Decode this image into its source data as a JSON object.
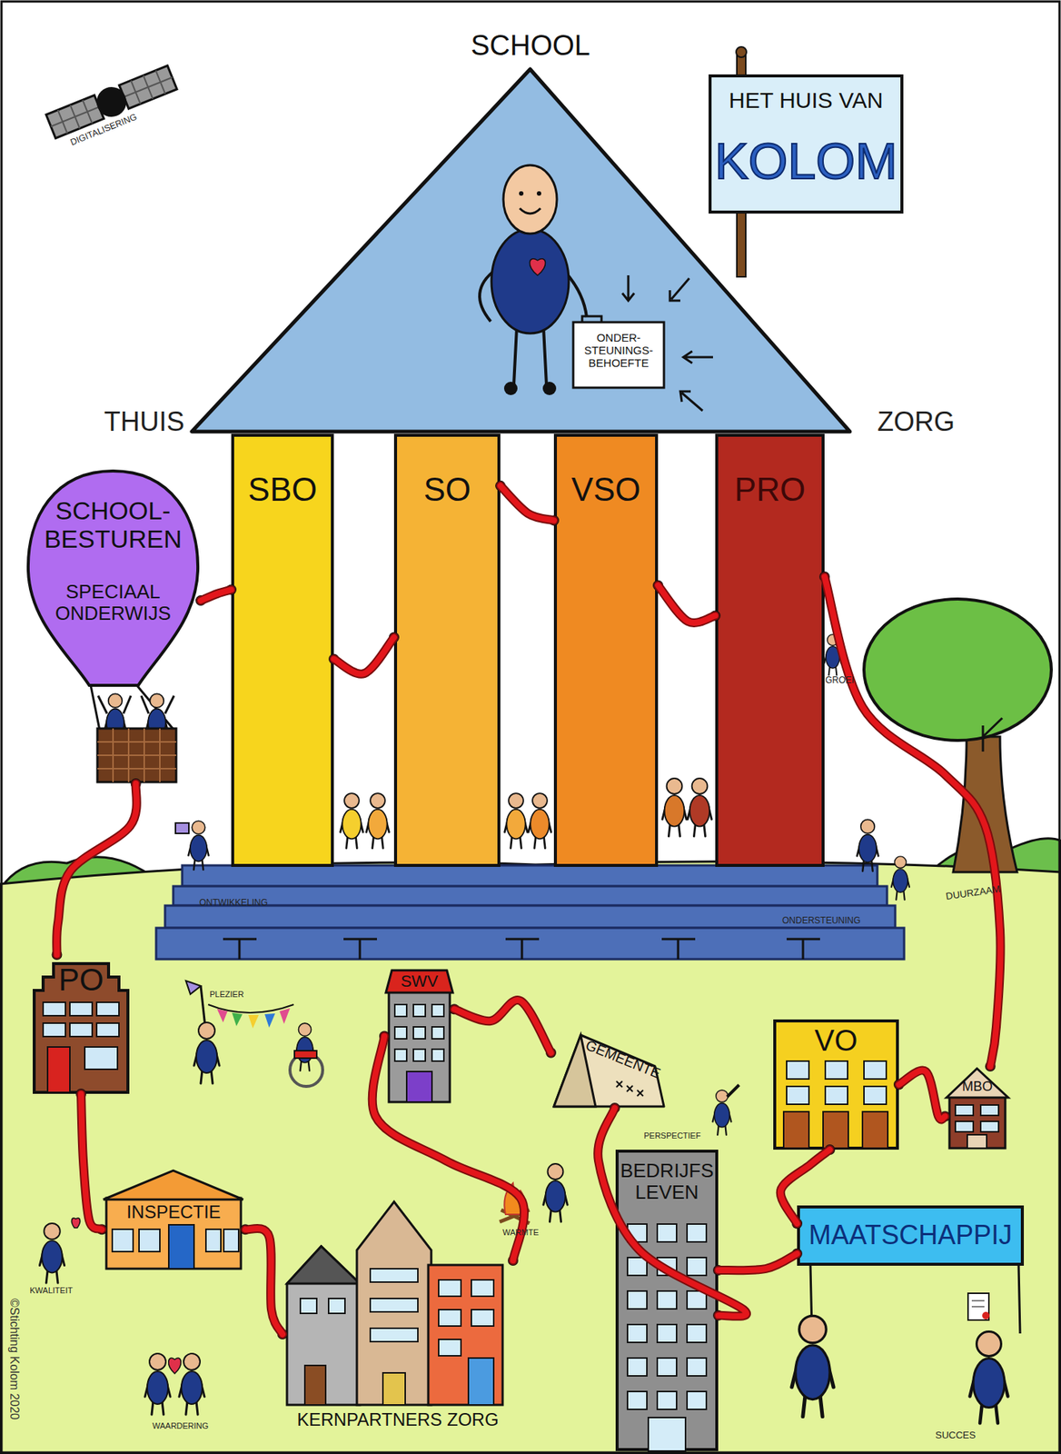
{
  "diagram": {
    "nodes": [
      {
        "text": [
          "SCHOOL"
        ]
      },
      {
        "text": [
          "ONDER- STEUNINGS- BEHOEFTE"
        ],
        "in": 0
      },
      {
        "text": [
          "HET HUIS VAN",
          "KOLOM"
        ]
      },
      {
        "text": [
          "SBO"
        ]
      },
      {
        "text": [
          "SO"
        ]
      },
      {
        "text": [
          "VSO"
        ]
      },
      {
        "text": [
          "PRO"
        ]
      },
      {
        "text": [
          "SCHOOL- BESTUREN",
          "SPECIAAL ONDERWIJS"
        ]
      },
      {
        "text": [
          "PO"
        ]
      },
      {
        "text": [
          "SWV"
        ]
      },
      {
        "text": [
          "GEMEENTE"
        ]
      },
      {
        "text": [
          "VO"
        ]
      },
      {
        "text": [
          "MBO"
        ]
      },
      {
        "text": [
          "INSPECTIE"
        ]
      },
      {
        "text": [
          "BEDRIJFS LEVEN"
        ]
      },
      {
        "text": [
          "MAATSCHAPPIJ"
        ]
      },
      {
        "text": [
          "KERNPARTNERS ZORG"
        ]
      }
    ],
    "edges": [
      {
        "from": 7,
        "to": 3,
        "arrow": "none"
      },
      {
        "from": 3,
        "to": 4,
        "arrow": "none"
      },
      {
        "from": 4,
        "to": 5,
        "arrow": "none"
      },
      {
        "from": 5,
        "to": 6,
        "arrow": "none"
      },
      {
        "from": 6,
        "to": 12,
        "arrow": "none"
      },
      {
        "from": 7,
        "to": 8,
        "arrow": "none"
      },
      {
        "from": 8,
        "to": 13,
        "arrow": "none"
      },
      {
        "from": 13,
        "to": 16,
        "arrow": "none"
      },
      {
        "from": 16,
        "to": 9,
        "arrow": "none"
      },
      {
        "from": 9,
        "to": 10,
        "arrow": "none"
      },
      {
        "from": 10,
        "to": 14,
        "arrow": "none"
      },
      {
        "from": 14,
        "to": 15,
        "arrow": "none"
      },
      {
        "from": 15,
        "to": 11,
        "arrow": "none"
      },
      {
        "from": 11,
        "to": 12,
        "arrow": "none"
      }
    ],
    "labels": [
      "DIGITALISERING",
      "THUIS",
      "ZORG",
      "GROEI",
      "ONTWIKKELING",
      "ONDERSTEUNING",
      "DUURZAAM",
      "PLEZIER",
      "PERSPECTIEF",
      "WARMTE",
      "KWALITEIT",
      "WAARDERING",
      "SUCCES",
      "©Stichting Kolom 2020"
    ]
  }
}
